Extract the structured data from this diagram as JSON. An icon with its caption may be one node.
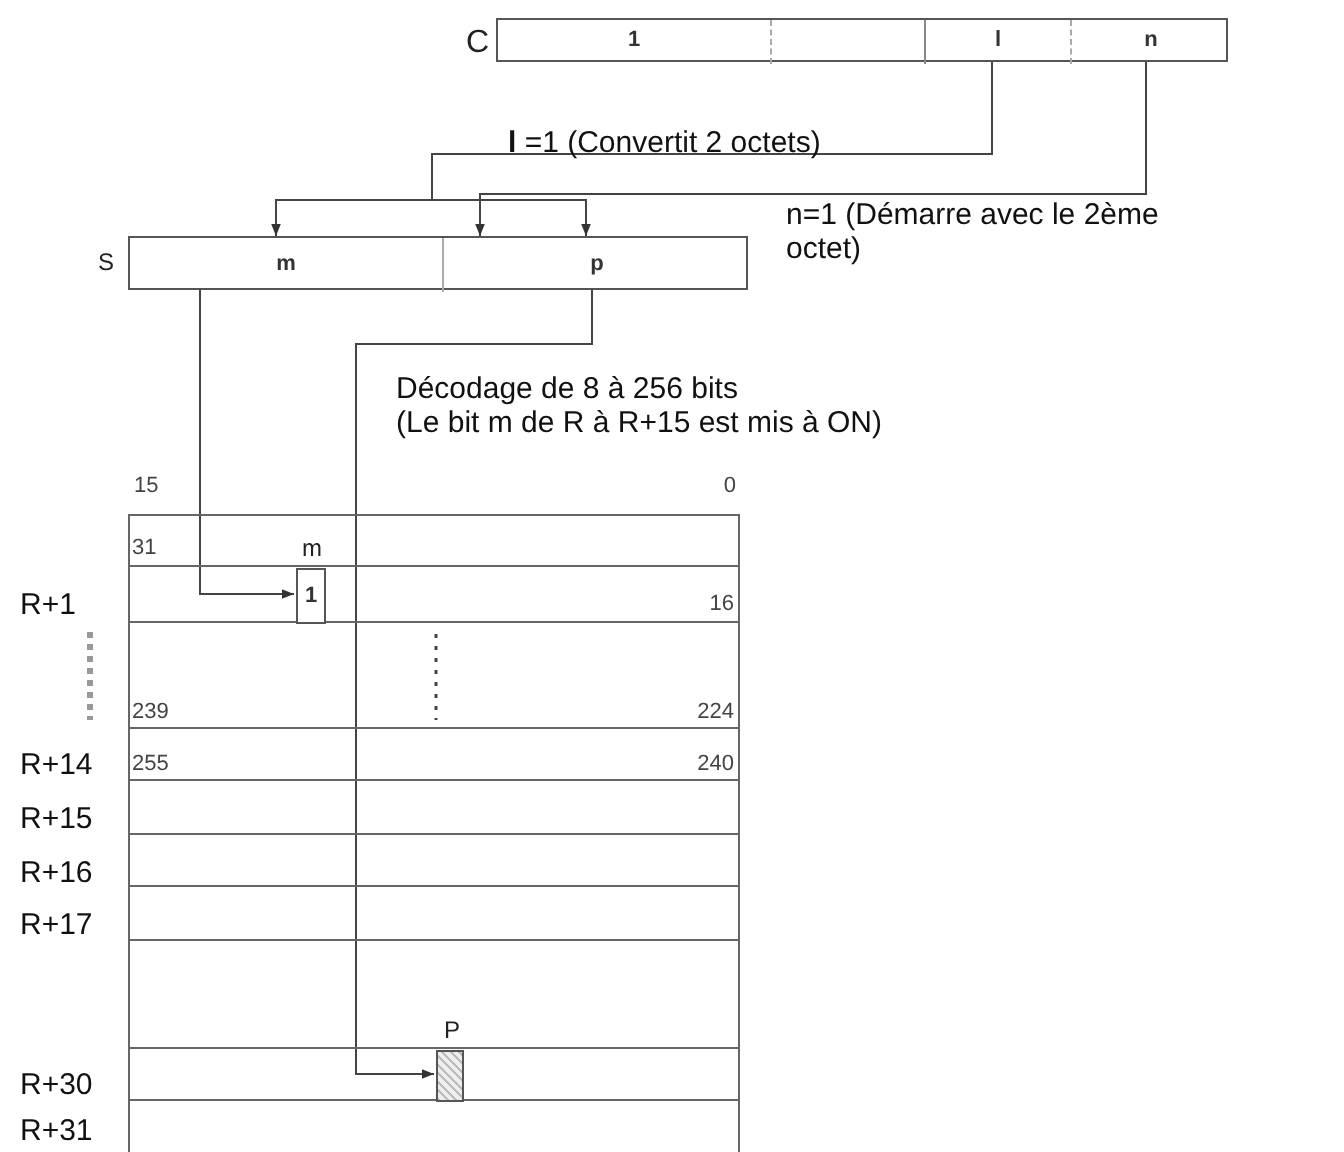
{
  "diagram": {
    "nodes": [
      {
        "text": [],
        "shape": "box",
        "beside": [
          "C"
        ]
      },
      {
        "text": [
          "1"
        ],
        "in": 0
      },
      {
        "text": [],
        "shape": "box",
        "in": 0
      },
      {
        "text": [
          "l"
        ],
        "in": 0
      },
      {
        "text": [
          "n"
        ],
        "in": 0
      },
      {
        "text": [],
        "shape": "box",
        "beside": [
          "S"
        ]
      },
      {
        "text": [
          "m"
        ],
        "in": 5
      },
      {
        "text": [
          "p"
        ],
        "in": 5
      },
      {
        "text": [],
        "shape": "box"
      },
      {
        "text": [
          "1"
        ],
        "in": 8,
        "beside": [
          "m"
        ]
      },
      {
        "text": [],
        "shape": "box",
        "in": 8,
        "beside": [
          "P"
        ]
      }
    ],
    "edges": [
      {
        "from": 3,
        "to": 6,
        "arrow": "to"
      },
      {
        "from": 3,
        "to": 7,
        "arrow": "to"
      },
      {
        "from": 4,
        "to": 7,
        "arrow": "to"
      },
      {
        "from": 6,
        "to": 9,
        "arrow": "to"
      },
      {
        "from": 7,
        "to": 10,
        "arrow": "to"
      }
    ],
    "labels": [
      "**l** =1 (Convertit 2 octets)",
      "n=1 (Démarre avec le 2ème octet)",
      "Décodage de 8 à 256 bits",
      "(Le bit m de R à R+15 est mis à ON)",
      "15",
      "0",
      "31",
      "R+1",
      "16",
      "239",
      "224",
      "R+14",
      "255",
      "240",
      "R+15",
      "R+16",
      "R+17",
      "R+30",
      "R+31"
    ]
  }
}
